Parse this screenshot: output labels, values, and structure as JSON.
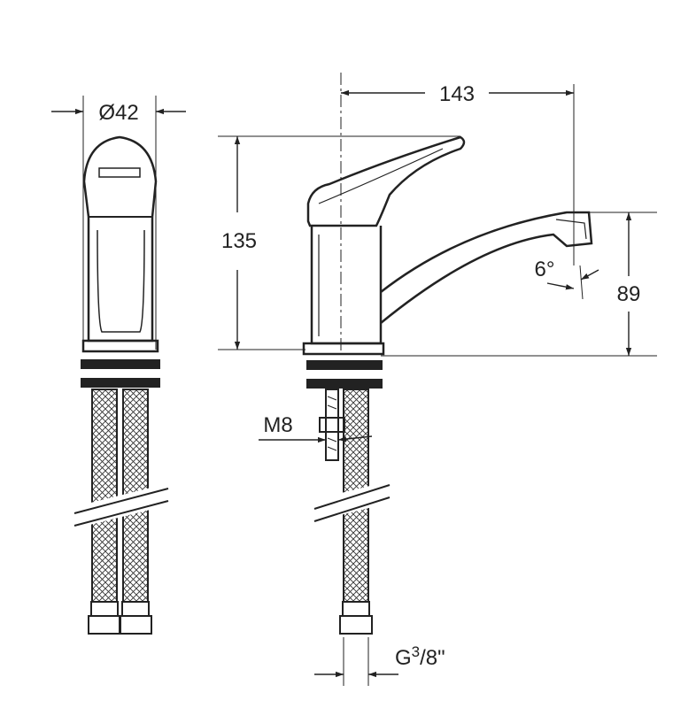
{
  "dimensions": {
    "diameter": "Ø42",
    "width": "143",
    "height": "135",
    "spout_height": "89",
    "angle": "6°",
    "thread": "M8",
    "connection_prefix": "G",
    "connection_sup": "3",
    "connection_rest": "/8\""
  },
  "colors": {
    "line": "#222222",
    "paper": "#ffffff"
  }
}
